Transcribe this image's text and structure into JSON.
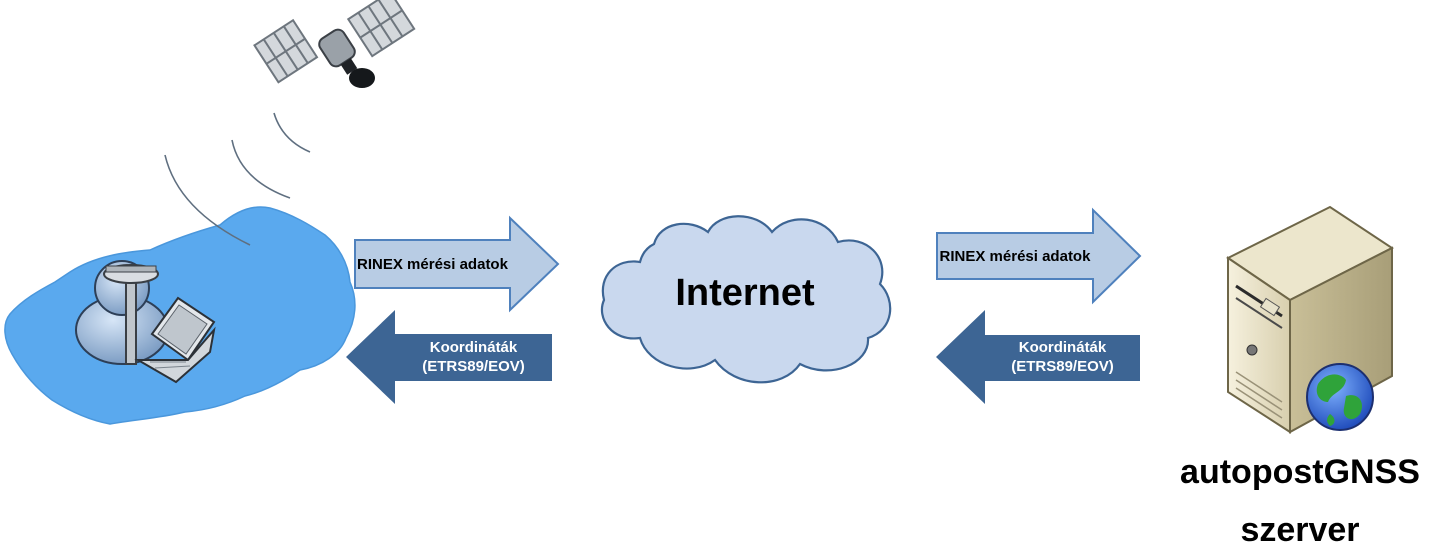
{
  "arrows": {
    "upload_label": "RINEX mérési adatok",
    "result_line1": "Koordináták",
    "result_line2": "(ETRS89/EOV)"
  },
  "cloud": {
    "label": "Internet"
  },
  "server": {
    "label_line1": "autopostGNSS",
    "label_line2": "szerver"
  },
  "icons": [
    "satellite-icon",
    "signal-waves-icon",
    "hungary-map-icon",
    "surveyor-icon",
    "laptop-icon",
    "cloud-icon",
    "server-icon",
    "globe-icon"
  ],
  "colors": {
    "light_arrow": "#b8cce4",
    "dark_arrow": "#3d6594",
    "map": "#5aa9ee",
    "cloud": "#c9d8ee"
  }
}
